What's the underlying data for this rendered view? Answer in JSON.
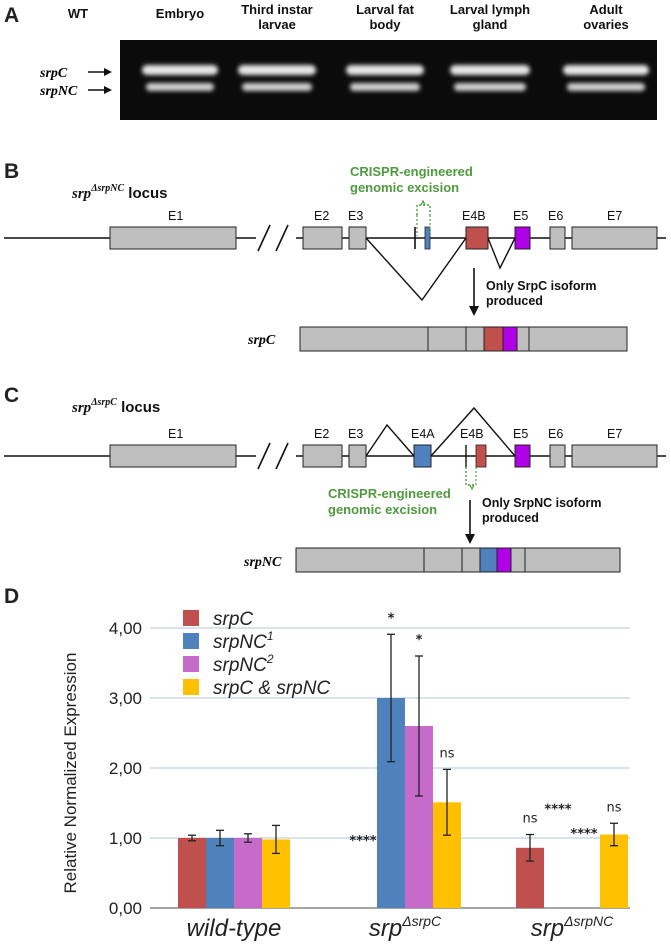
{
  "panels": {
    "a": "A",
    "b": "B",
    "c": "C",
    "d": "D"
  },
  "gel": {
    "lanes": [
      "WT",
      "Embryo",
      "Third instar\nlarvae",
      "Larval fat\nbody",
      "Larval lymph\ngland",
      "Adult\novaries"
    ],
    "band_labels": [
      "srpC",
      "srpNC"
    ]
  },
  "locus_b": {
    "title_base": "srp",
    "title_sup": "ΔsrpNC",
    "title_suffix": " locus",
    "crispr_note": [
      "CRISPR-engineered",
      "genomic excision"
    ],
    "exons": [
      "E1",
      "E2",
      "E3",
      "E4B",
      "E5",
      "E6",
      "E7"
    ],
    "product_note": [
      "Only SrpC isoform",
      "produced"
    ],
    "transcript": "srpC"
  },
  "locus_c": {
    "title_base": "srp",
    "title_sup": "ΔsrpC",
    "title_suffix": " locus",
    "crispr_note": [
      "CRISPR-engineered",
      "genomic excision"
    ],
    "exons": [
      "E1",
      "E2",
      "E3",
      "E4A",
      "E4B",
      "E5",
      "E6",
      "E7"
    ],
    "product_note": [
      "Only SrpNC isoform",
      "produced"
    ],
    "transcript": "srpNC"
  },
  "colors": {
    "srpC": "#c0504d",
    "srpNC1": "#4f81bd",
    "srpNC2": "#c66bc9",
    "both": "#ffc000",
    "exon4b": "#c0504d",
    "exon5": "#b000e8",
    "exon4a": "#4f81bd",
    "crispr": "#4f9a3e"
  },
  "chart_data": {
    "type": "bar",
    "ylabel": "Relative Normalized Expression",
    "ylim": [
      0,
      4.4
    ],
    "yticks": [
      "0,00",
      "1,00",
      "2,00",
      "3,00",
      "4,00"
    ],
    "grid": true,
    "legend_position": "top-left",
    "categories": [
      {
        "base": "wild-type",
        "sup": ""
      },
      {
        "base": "srp",
        "sup": "ΔsrpC"
      },
      {
        "base": "srp",
        "sup": "ΔsrpNC"
      }
    ],
    "series": [
      {
        "name": "srpC",
        "sup": "",
        "color": "#c0504d",
        "values": [
          1.0,
          0.0,
          0.86
        ],
        "err": [
          0.04,
          0,
          0.19
        ],
        "labels": [
          "",
          "****",
          "ns"
        ]
      },
      {
        "name": "srpNC",
        "sup": "1",
        "color": "#4f81bd",
        "values": [
          1.0,
          3.0,
          0.0
        ],
        "err": [
          0.11,
          0.91,
          0
        ],
        "labels": [
          "",
          "*",
          "****"
        ]
      },
      {
        "name": "srpNC",
        "sup": "2",
        "color": "#c66bc9",
        "values": [
          1.0,
          2.6,
          0.0
        ],
        "err": [
          0.06,
          1.0,
          0
        ],
        "labels": [
          "",
          "*",
          "****"
        ]
      },
      {
        "name": "srpC & srpNC",
        "sup": "",
        "color": "#ffc000",
        "values": [
          0.98,
          1.51,
          1.05
        ],
        "err": [
          0.2,
          0.47,
          0.16
        ],
        "labels": [
          "",
          "ns",
          "ns"
        ]
      }
    ]
  }
}
